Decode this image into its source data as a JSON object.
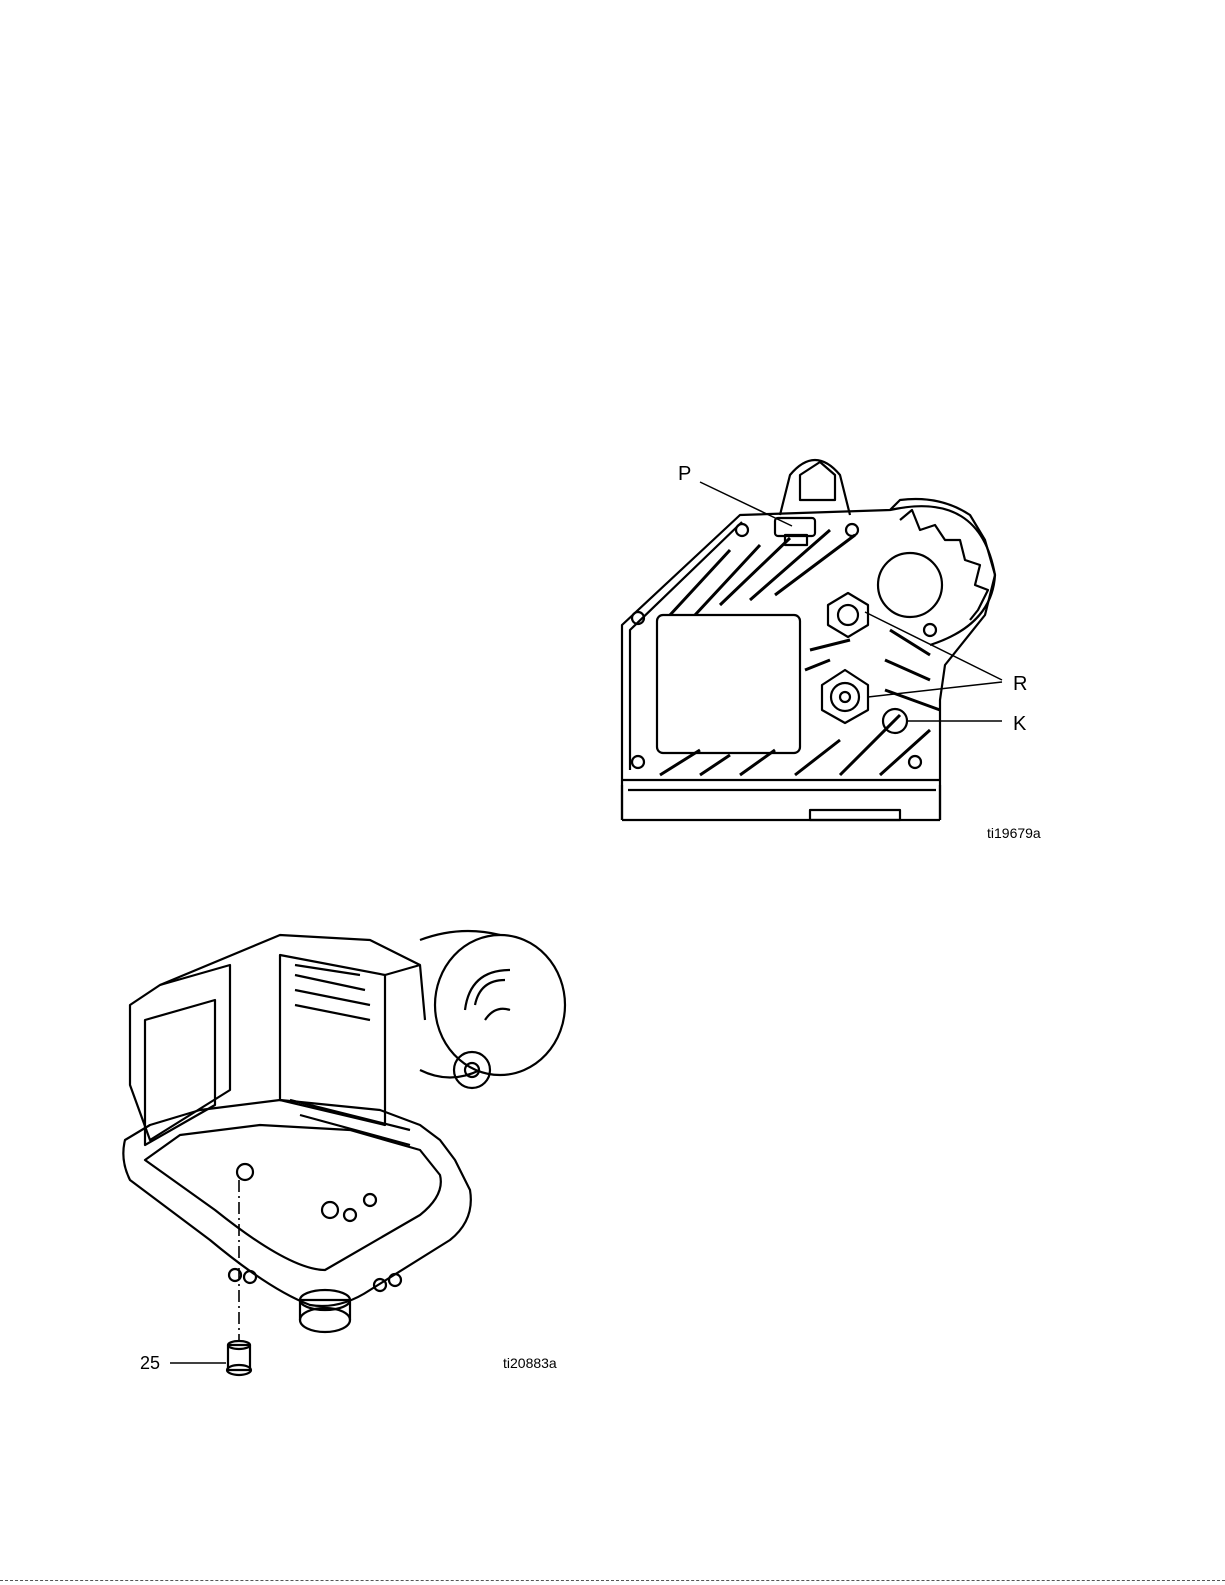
{
  "figure_top": {
    "callouts": {
      "p": "P",
      "r": "R",
      "k": "K"
    },
    "ref_code": "ti19679a"
  },
  "figure_bottom": {
    "callouts": {
      "part25": "25"
    },
    "ref_code": "ti20883a"
  },
  "colors": {
    "line": "#000000",
    "background": "#ffffff"
  }
}
